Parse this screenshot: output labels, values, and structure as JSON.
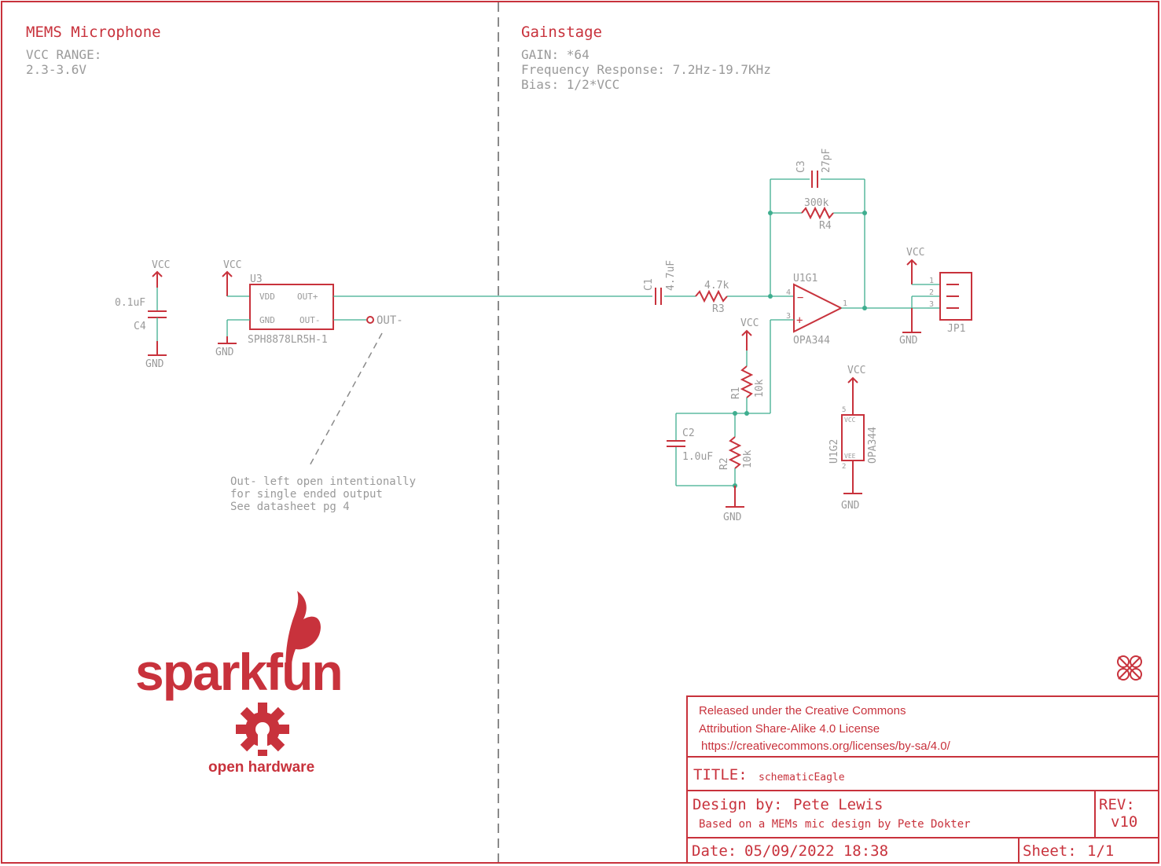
{
  "sections": {
    "left": {
      "title": "MEMS Microphone",
      "notes": [
        "VCC RANGE:",
        "2.3-3.6V"
      ]
    },
    "right": {
      "title": "Gainstage",
      "notes": [
        "GAIN: *64",
        "Frequency Response: 7.2Hz-19.7KHz",
        "Bias: 1/2*VCC"
      ]
    }
  },
  "power": {
    "vcc": "VCC",
    "gnd": "GND"
  },
  "components": {
    "c4": {
      "ref": "C4",
      "value": "0.1uF"
    },
    "u3": {
      "ref": "U3",
      "part": "SPH8878LR5H-1",
      "pins": [
        "VDD",
        "GND",
        "OUT+",
        "OUT-"
      ],
      "net_out_minus": "OUT-"
    },
    "c1": {
      "ref": "C1",
      "value": "4.7uF"
    },
    "r3": {
      "ref": "R3",
      "value": "4.7k"
    },
    "c3": {
      "ref": "C3",
      "value": "27pF"
    },
    "r4": {
      "ref": "R4",
      "value": "300k"
    },
    "u1g1": {
      "ref": "U1G1",
      "part": "OPA344",
      "pin_in_minus": "4",
      "pin_in_plus": "3",
      "pin_out": "1",
      "sym_minus": "−",
      "sym_plus": "+"
    },
    "r1": {
      "ref": "R1",
      "value": "10k"
    },
    "r2": {
      "ref": "R2",
      "value": "10k"
    },
    "c2": {
      "ref": "C2",
      "value": "1.0uF"
    },
    "u1g2": {
      "ref": "U1G2",
      "part": "OPA344",
      "pin_vcc": "VCC",
      "pin_vee": "VEE",
      "pin5": "5",
      "pin2": "2"
    },
    "jp1": {
      "ref": "JP1",
      "pins": [
        "1",
        "2",
        "3"
      ]
    }
  },
  "annotation": [
    "Out- left open intentionally",
    "for single ended output",
    "See datasheet pg 4"
  ],
  "logo": {
    "brand": "sparkfun",
    "tagline": "open hardware"
  },
  "title_block": {
    "license": [
      "Released under the Creative Commons",
      "Attribution Share-Alike 4.0 License",
      "https://creativecommons.org/licenses/by-sa/4.0/"
    ],
    "title_label": "TITLE:",
    "title_value": "schematicEagle",
    "design_label": "Design by:",
    "designer": "Pete Lewis",
    "based_on": "Based on a MEMs mic design by Pete Dokter",
    "rev_label": "REV:",
    "rev_value": "v10",
    "date_label": "Date:",
    "date_value": "05/09/2022 18:38",
    "sheet_label": "Sheet:",
    "sheet_value": "1/1"
  },
  "colors": {
    "ink": "#c8323c",
    "wire": "#3fae8f",
    "label": "#9a9a9a"
  }
}
